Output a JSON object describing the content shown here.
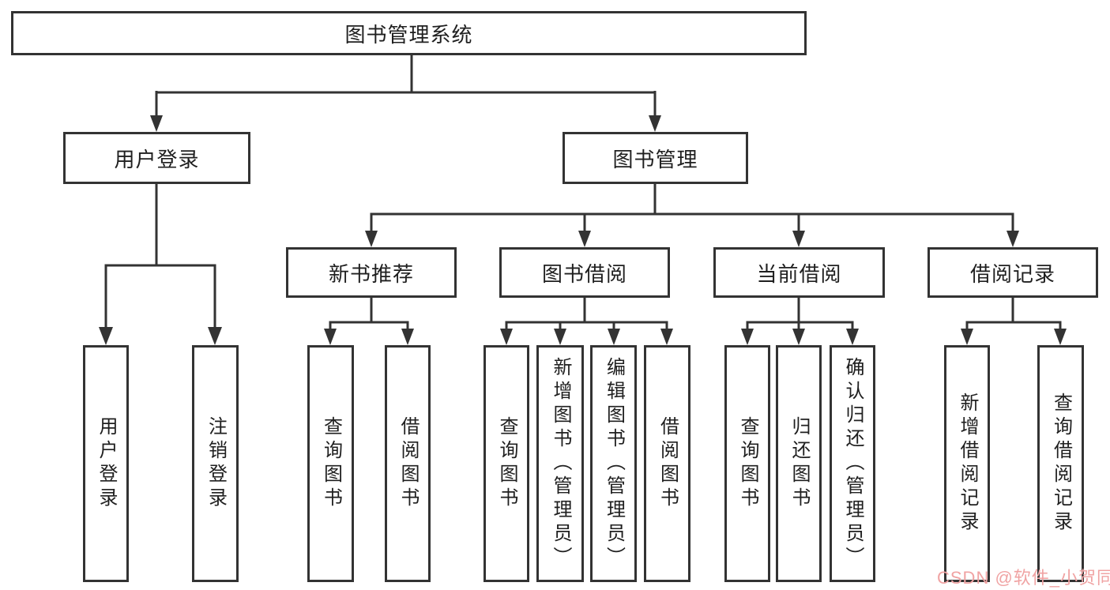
{
  "nodes": {
    "root": "图书管理系统",
    "user_login": "用户登录",
    "book_mgmt": "图书管理",
    "user_login_leaves": [
      "用户登录",
      "注销登录"
    ],
    "groups": [
      {
        "label": "新书推荐",
        "leaves": [
          "查询图书",
          "借阅图书"
        ]
      },
      {
        "label": "图书借阅",
        "leaves": [
          "查询图书",
          "新增图书（管理员）",
          "编辑图书（管理员）",
          "借阅图书"
        ]
      },
      {
        "label": "当前借阅",
        "leaves": [
          "查询图书",
          "归还图书",
          "确认归还（管理员）"
        ]
      },
      {
        "label": "借阅记录",
        "leaves": [
          "新增借阅记录",
          "查询借阅记录"
        ]
      }
    ]
  },
  "watermark": "CSDN @软件_小贺同学",
  "colors": {
    "line": "#333333",
    "text": "#1f1f1f",
    "watermark": "#f0a3a3",
    "background": "#ffffff"
  }
}
